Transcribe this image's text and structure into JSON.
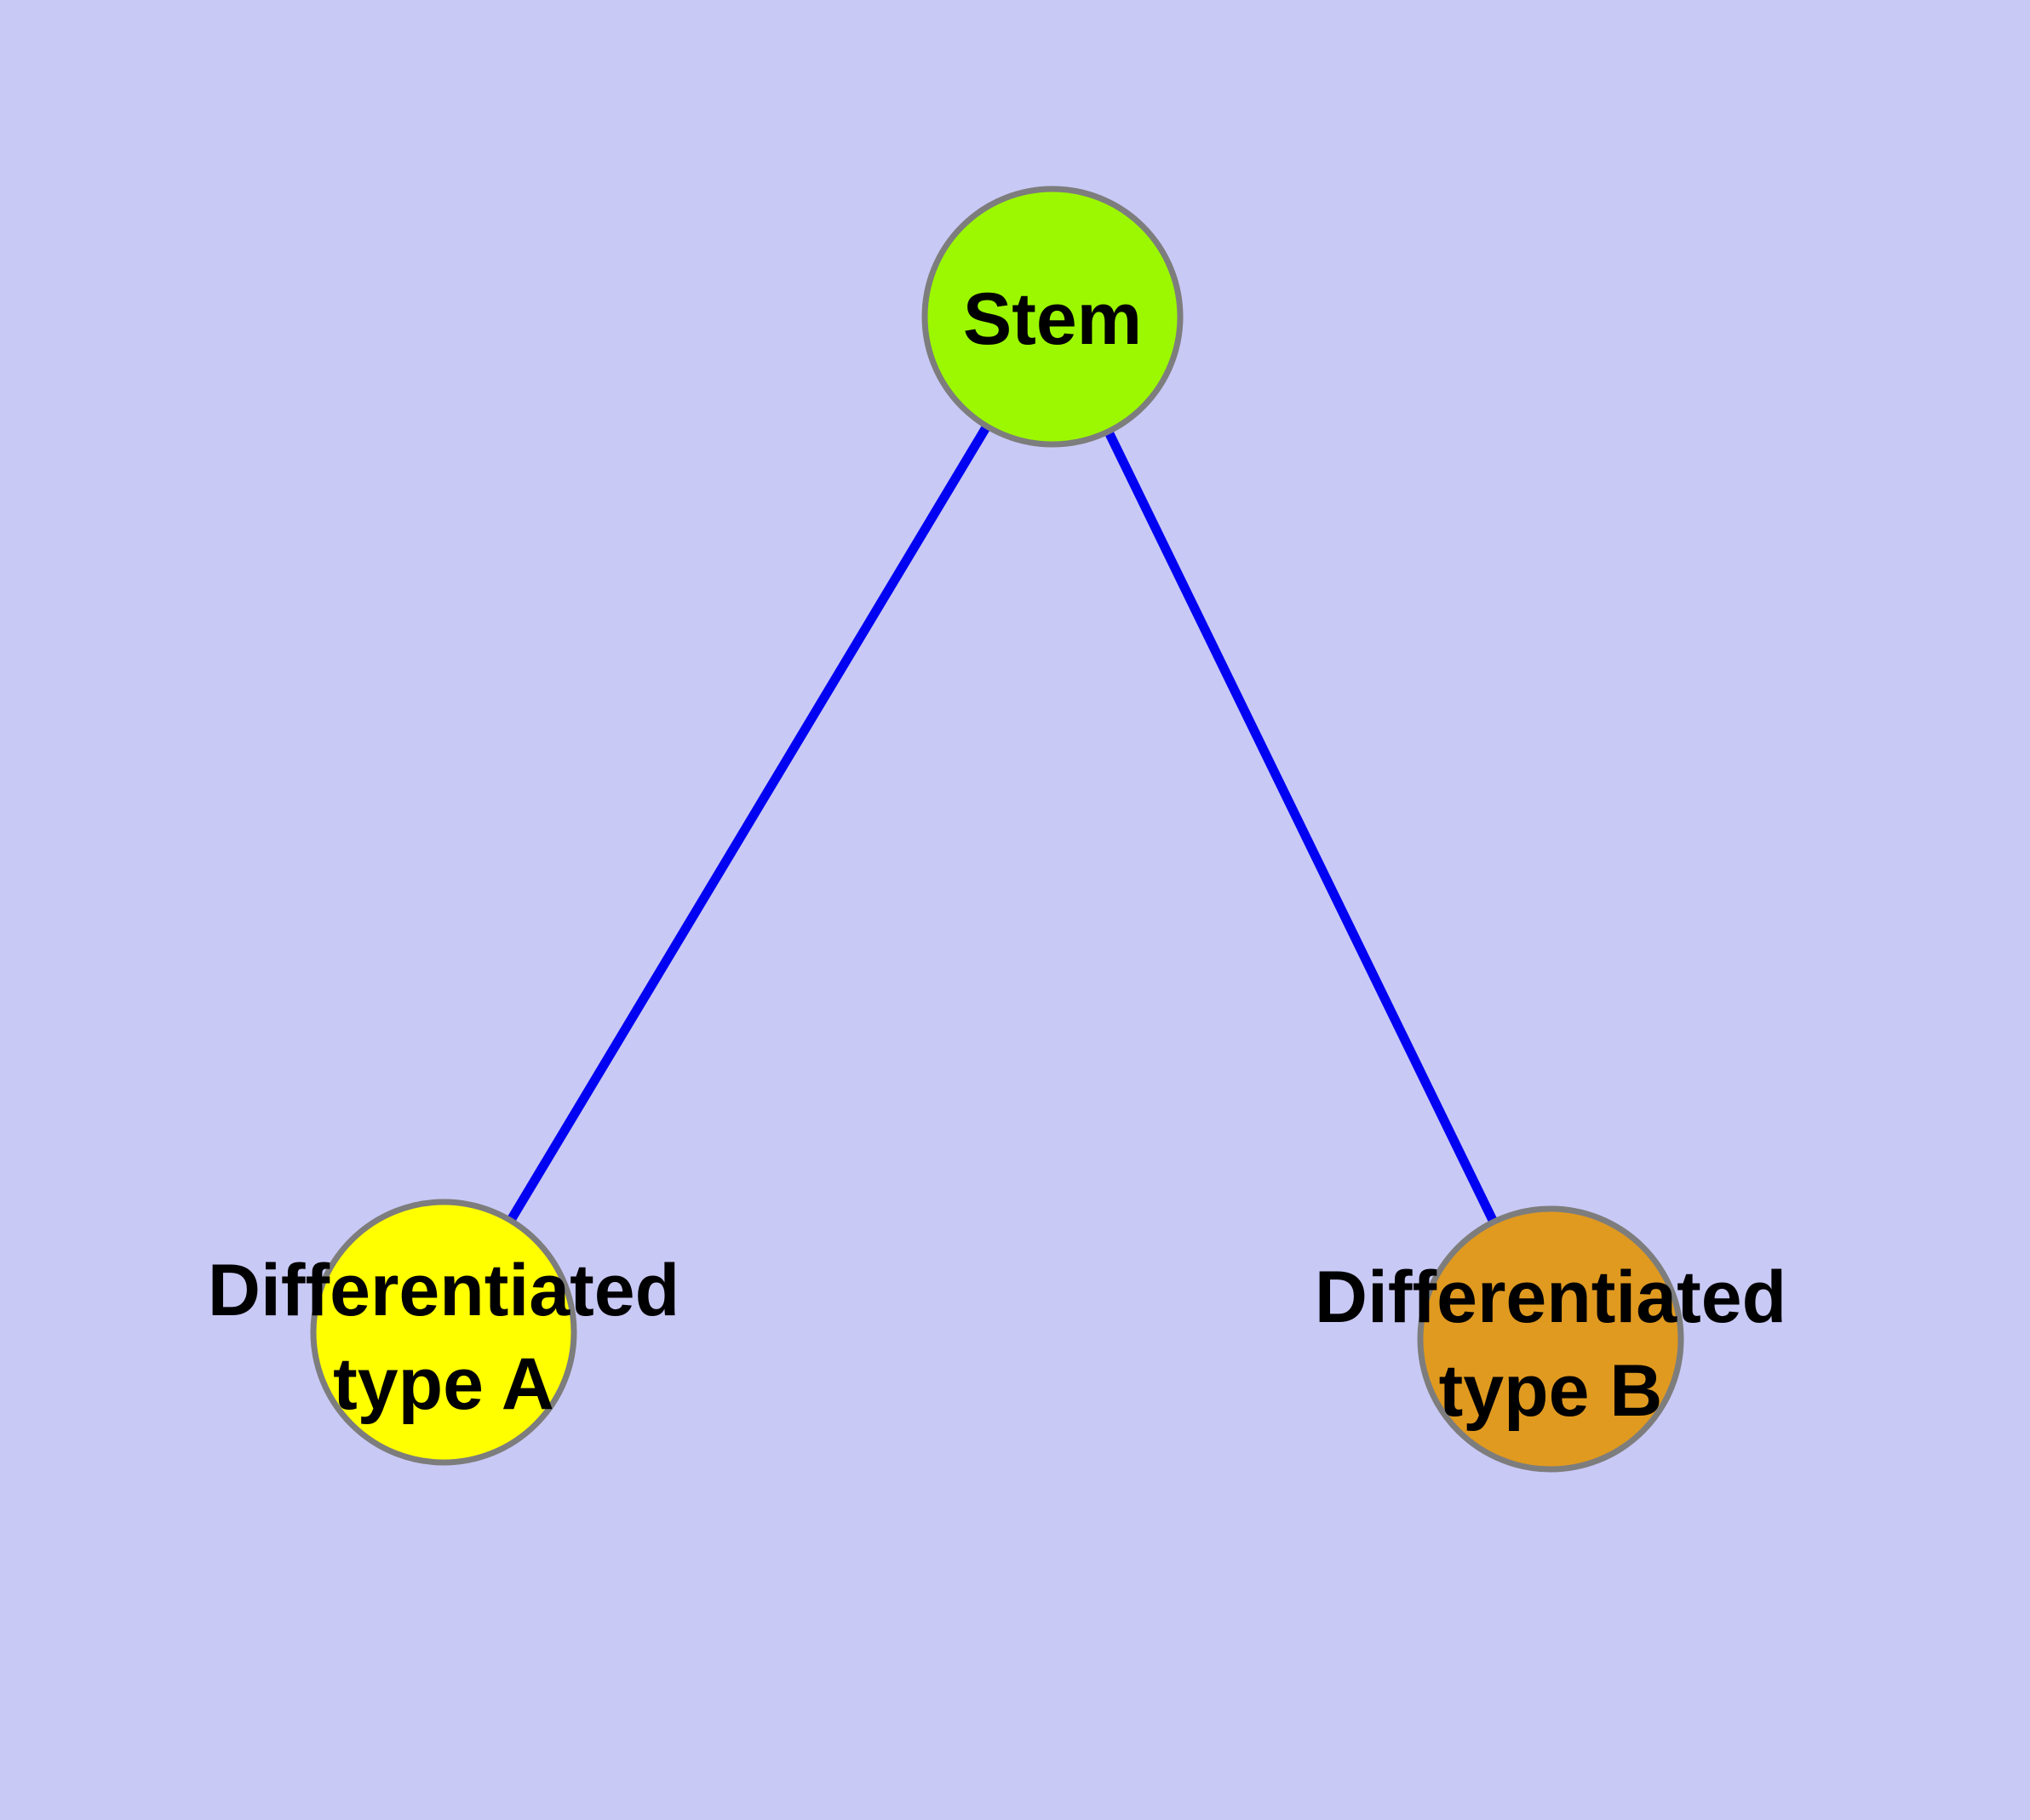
{
  "diagram": {
    "background_color": "#c9c9f6",
    "edge_color": "#0202f2",
    "node_border_color": "#7d7d7d",
    "nodes": [
      {
        "id": "stem",
        "label": "Stem",
        "fill": "#9bf800"
      },
      {
        "id": "differentiated-type-a",
        "label": "Differentiated type A",
        "label_line1": "Differentiated",
        "label_line2": "type A",
        "fill": "#ffff00"
      },
      {
        "id": "differentiated-type-b",
        "label": "Differentiated type B",
        "label_line1": "Differentiated",
        "label_line2": "type B",
        "fill": "#e09a20"
      }
    ],
    "edges": [
      {
        "from": "stem",
        "to": "differentiated-type-a"
      },
      {
        "from": "stem",
        "to": "differentiated-type-b"
      }
    ]
  }
}
